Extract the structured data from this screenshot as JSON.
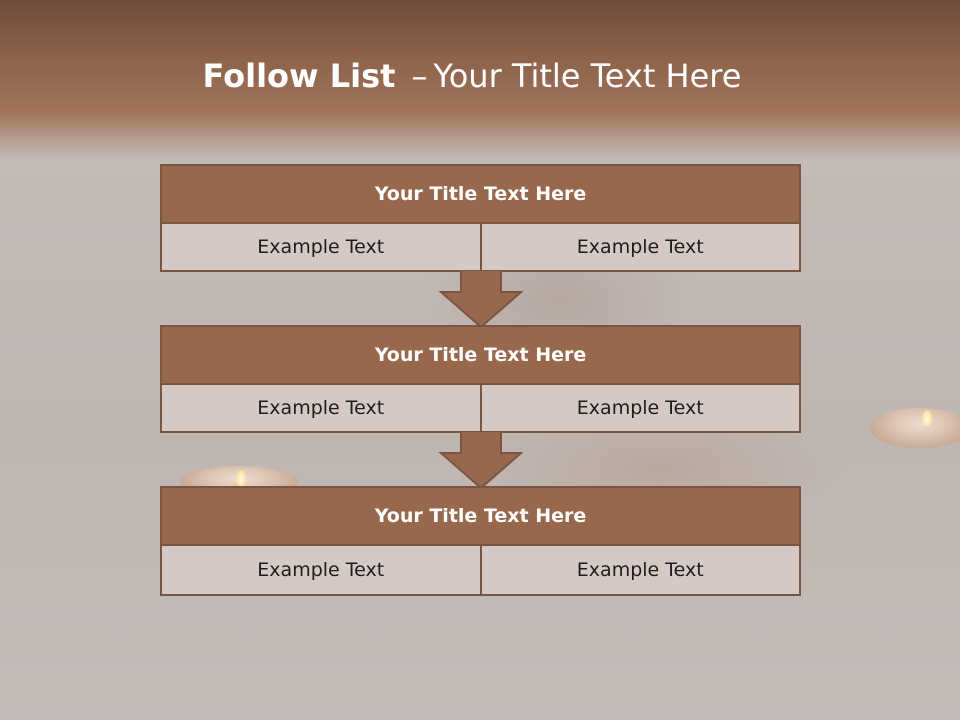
{
  "slide": {
    "title_bold": "Follow List",
    "title_sep": "–",
    "title_rest": "Your Title Text Here"
  },
  "blocks": [
    {
      "title": "Your Title Text Here",
      "left": "Example Text",
      "right": "Example Text"
    },
    {
      "title": "Your Title Text Here",
      "left": "Example Text",
      "right": "Example Text"
    },
    {
      "title": "Your Title Text Here",
      "left": "Example Text",
      "right": "Example Text"
    }
  ],
  "colors": {
    "header_brown": "#8c624a",
    "block_header": "#98684c",
    "block_body": "#d5c9c5",
    "border": "#7a5543"
  },
  "icons": [
    "down-arrow-icon"
  ]
}
